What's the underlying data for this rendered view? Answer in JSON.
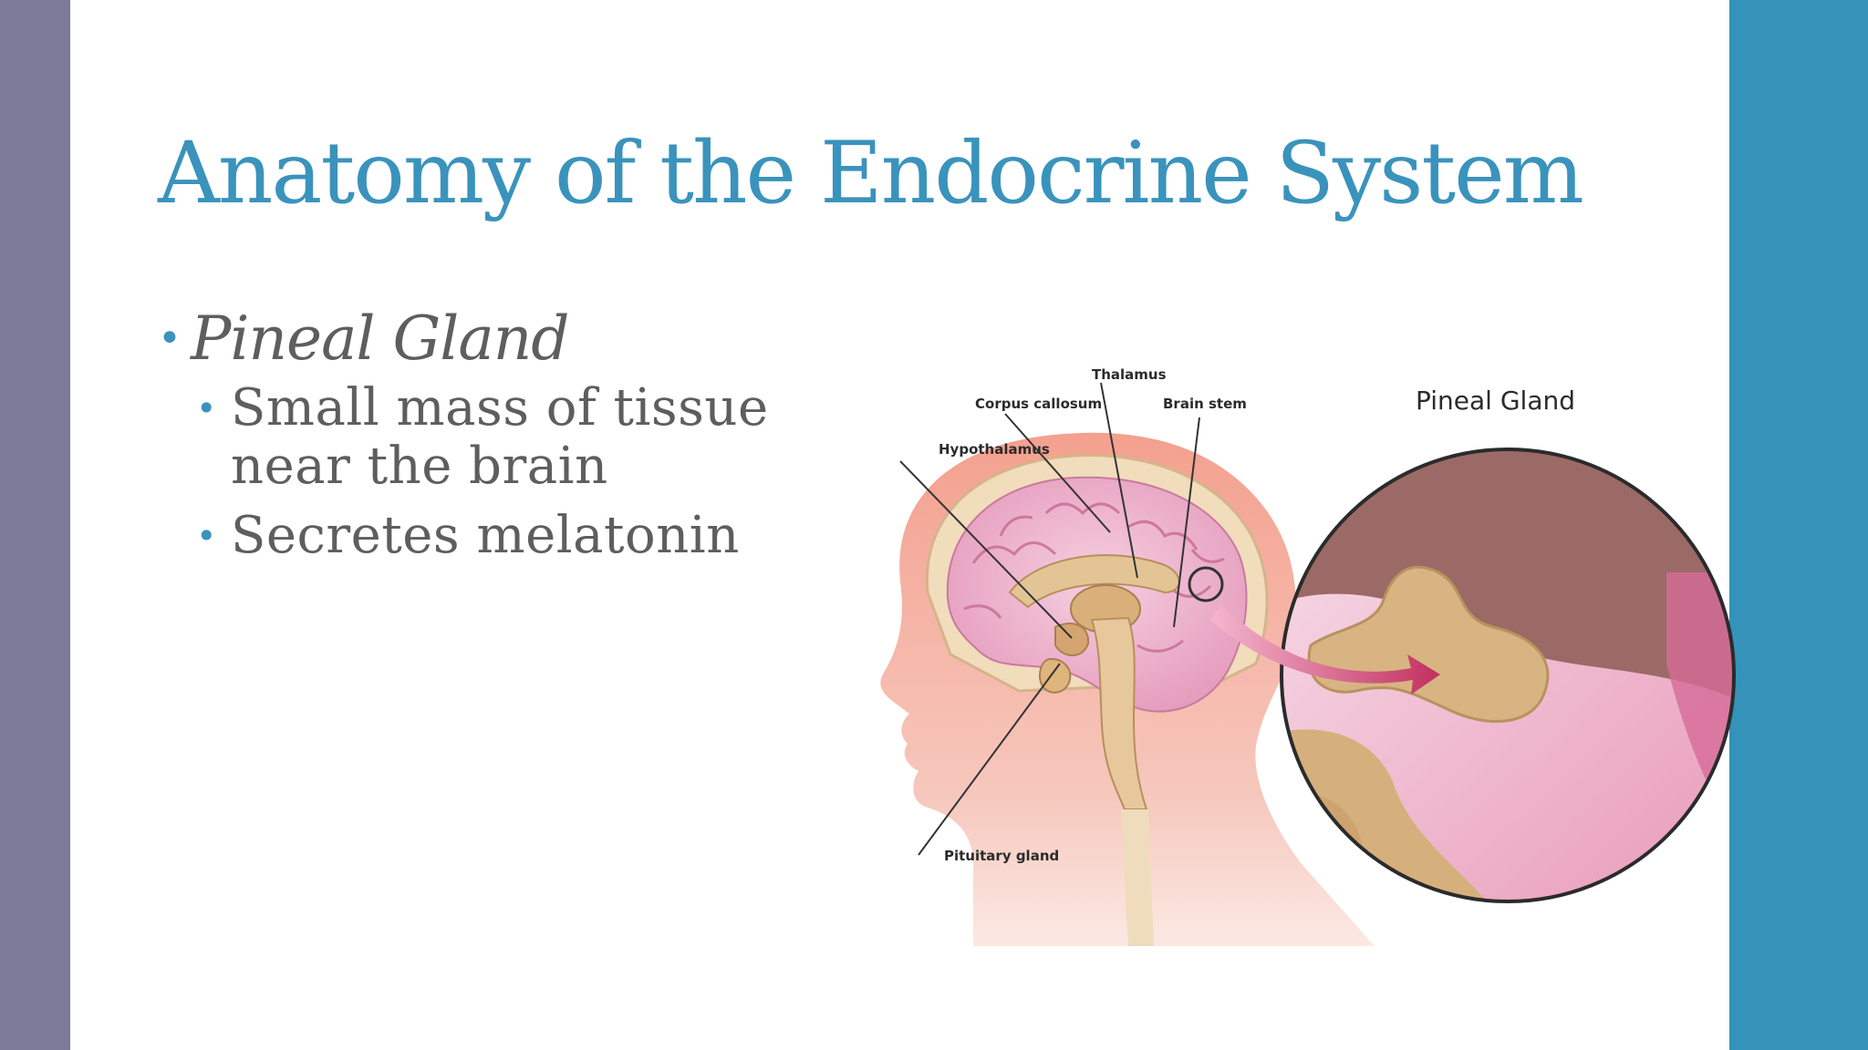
{
  "slide": {
    "title": "Anatomy of the Endocrine System",
    "colors": {
      "title": "#3a93bc",
      "left_bar": "#7d7999",
      "right_bar": "#3592b8",
      "text": "#5e5e5e"
    },
    "bullets": [
      {
        "text": "Pineal Gland",
        "sub": [
          "Small mass of tissue near the brain",
          "Secretes melatonin"
        ]
      }
    ]
  },
  "figure": {
    "icon": "brain-anatomy-illustration",
    "labels": {
      "thalamus": "Thalamus",
      "corpus_callosum": "Corpus callosum",
      "brain_stem": "Brain stem",
      "hypothalamus": "Hypothalamus",
      "pituitary": "Pituitary gland",
      "pineal_title": "Pineal Gland"
    }
  }
}
